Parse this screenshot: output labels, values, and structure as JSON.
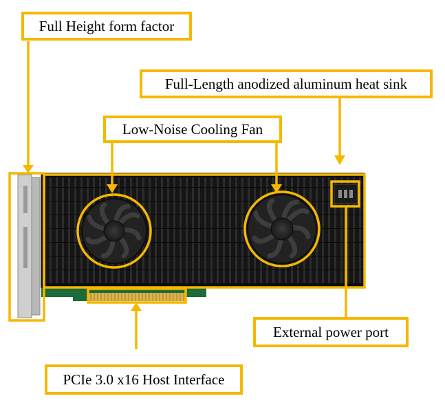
{
  "callouts": {
    "full_height": "Full Height form factor",
    "heat_sink": "Full-Length anodized aluminum heat sink",
    "cooling_fan": "Low-Noise Cooling Fan",
    "power_port": "External power port",
    "host_interface": "PCIe 3.0 x16 Host Interface"
  },
  "colors": {
    "callout_accent": "#f5b800",
    "heatsink": "#141414",
    "pcb": "#1d6a3a",
    "gold_contacts": "#d9b24a",
    "bracket": "#c9c9c9"
  }
}
